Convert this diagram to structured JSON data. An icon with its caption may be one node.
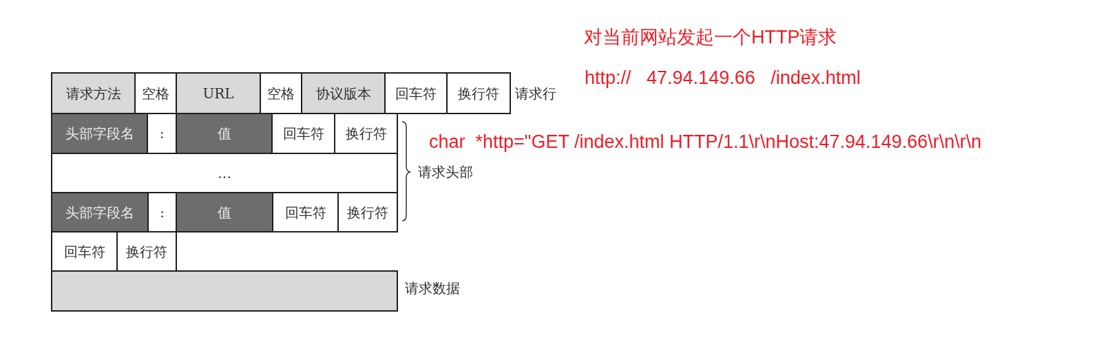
{
  "diagram": {
    "nodes": [
      {
        "text": [
          "请求方法"
        ]
      },
      {
        "text": [
          "空格"
        ]
      },
      {
        "text": [
          "URL"
        ]
      },
      {
        "text": [
          "空格"
        ]
      },
      {
        "text": [
          "协议版本"
        ]
      },
      {
        "text": [
          "回车符"
        ]
      },
      {
        "text": [
          "换行符"
        ]
      },
      {
        "text": [
          "头部字段名"
        ]
      },
      {
        "text": [
          ":"
        ]
      },
      {
        "text": [
          "值"
        ]
      },
      {
        "text": [
          "回车符"
        ]
      },
      {
        "text": [
          "换行符"
        ]
      },
      {
        "text": [
          "…"
        ]
      },
      {
        "text": [
          "头部字段名"
        ]
      },
      {
        "text": [
          ":"
        ]
      },
      {
        "text": [
          "值"
        ]
      },
      {
        "text": [
          "回车符"
        ]
      },
      {
        "text": [
          "换行符"
        ]
      },
      {
        "text": [
          "回车符"
        ]
      },
      {
        "text": [
          "换行符"
        ]
      },
      {
        "text": [],
        "shape": "box",
        "beside": [
          "请求数据"
        ]
      }
    ],
    "labels": [
      "对当前网站发起一个HTTP请求",
      "http://   47.94.149.66   /index.html",
      "请求行",
      "char  *http=\"GET /index.html HTTP/1.1\\r\\nHost:47.94.149.66\\r\\n\\r\\n",
      "请求头部"
    ]
  }
}
